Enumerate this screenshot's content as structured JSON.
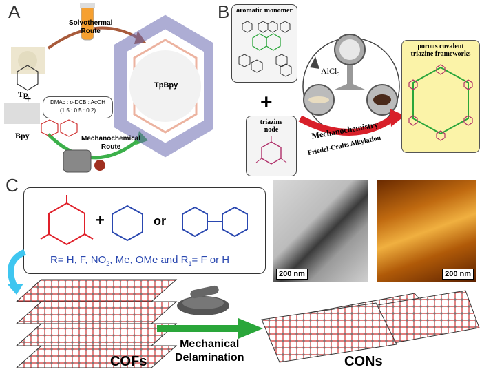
{
  "panelA": {
    "letter": "A",
    "solvothermal": "Solvothermal\nRoute",
    "tp_label": "Tp",
    "bpy_label": "Bpy",
    "plus": "+",
    "solvent_line1": "DMAc : o-DCB : AcOH",
    "solvent_line2": "(1.5 : 0.5 : 0.2)",
    "mechanochemical": "Mechanochemical\nRoute",
    "product": "TpBpy"
  },
  "panelB": {
    "letter": "B",
    "monomer_title": "aromatic monomer",
    "plus": "+",
    "node_title": "triazine\nnode",
    "catalyst": "AlCl",
    "catalyst_sub": "3",
    "arrow_line1": "Mechanochemistry",
    "arrow_line2": "Friedel-Crafts Alkylation",
    "product_title": "porous covalent\ntriazine frameworks"
  },
  "panelC": {
    "letter": "C",
    "r_text": "R= H, F, NO",
    "r_sub": "2",
    "r_text2": ", Me, OMe and R",
    "r_sub2": "1",
    "r_text3": "= F or H",
    "plus": "+",
    "or": "or",
    "scale1": "200 nm",
    "scale2": "200 nm",
    "step_line1": "Mechanical",
    "step_line2": "Delamination",
    "left_label": "COFs",
    "right_label": "CONs"
  },
  "colors": {
    "red": "#e0202a",
    "blue": "#2a48b0",
    "green": "#2aa63a",
    "yellow_box": "#fbf3a8",
    "cyan_arrow": "#3fc6f0"
  }
}
